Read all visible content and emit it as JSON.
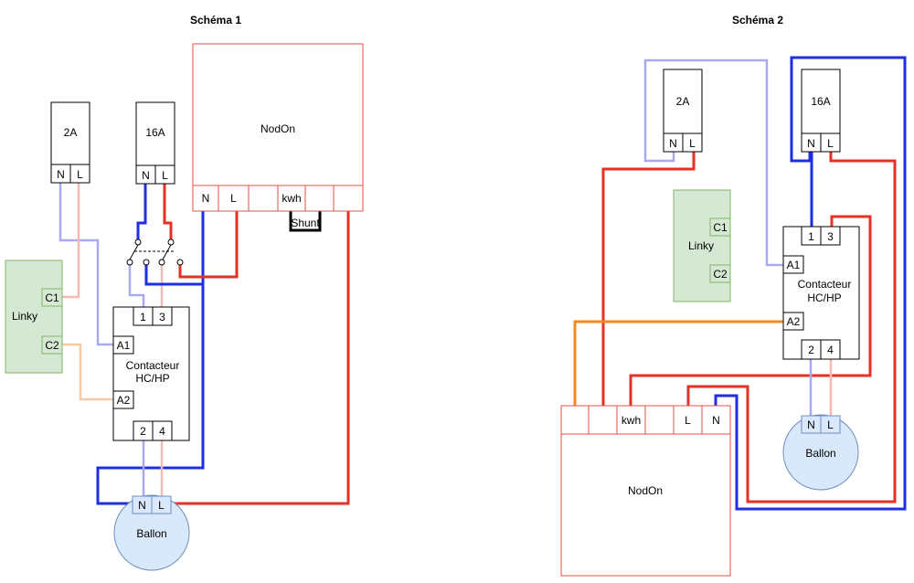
{
  "colors": {
    "live": "#e53224",
    "neutral": "#1f2ee0",
    "light_neutral": "#a9a9ef",
    "light_live": "#f4b9b1",
    "orange_light": "#f8c9a0",
    "orange": "#f08a24"
  },
  "schema1": {
    "title": "Schéma 1",
    "breaker_2a": {
      "label": "2A",
      "n": "N",
      "l": "L"
    },
    "breaker_16a": {
      "label": "16A",
      "n": "N",
      "l": "L"
    },
    "nodon": {
      "label": "NodOn",
      "n": "N",
      "l": "L",
      "kwh": "kwh",
      "shunt": "Shunt"
    },
    "linky": {
      "label": "Linky",
      "c1": "C1",
      "c2": "C2"
    },
    "contactor": {
      "label_line1": "Contacteur",
      "label_line2": "HC/HP",
      "t1": "1",
      "t3": "3",
      "a1": "A1",
      "a2": "A2",
      "t2": "2",
      "t4": "4"
    },
    "ballon": {
      "label": "Ballon",
      "n": "N",
      "l": "L"
    }
  },
  "schema2": {
    "title": "Schéma 2",
    "breaker_2a": {
      "label": "2A",
      "n": "N",
      "l": "L"
    },
    "breaker_16a": {
      "label": "16A",
      "n": "N",
      "l": "L"
    },
    "nodon": {
      "label": "NodOn",
      "kwh": "kwh",
      "l": "L",
      "n": "N"
    },
    "linky": {
      "label": "Linky",
      "c1": "C1",
      "c2": "C2"
    },
    "contactor": {
      "label_line1": "Contacteur",
      "label_line2": "HC/HP",
      "t1": "1",
      "t3": "3",
      "a1": "A1",
      "a2": "A2",
      "t2": "2",
      "t4": "4"
    },
    "ballon": {
      "label": "Ballon",
      "n": "N",
      "l": "L"
    }
  }
}
